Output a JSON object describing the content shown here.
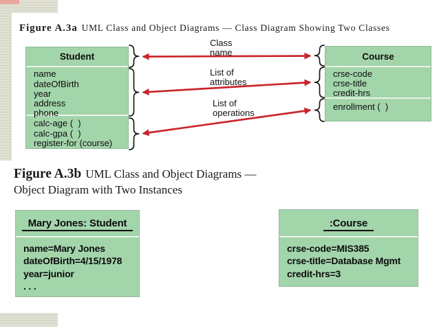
{
  "figure_a3a": {
    "title_bold": "Figure A.3a",
    "title_rest": "UML Class and Object Diagrams — Class Diagram Showing Two Classes",
    "student_class": {
      "name": "Student",
      "attributes": [
        "name",
        "dateOfBirth",
        "year",
        "address",
        "phone"
      ],
      "operations": [
        "calc-age (  )",
        "calc-gpa (  )",
        "register-for (course)"
      ]
    },
    "course_class": {
      "name": "Course",
      "attributes": [
        "crse-code",
        "crse-title",
        "credit-hrs"
      ],
      "operations": [
        "enrollment (  )"
      ]
    },
    "annotations": {
      "class_name": "Class\nname",
      "attributes": "List of\nattributes",
      "operations": "List of\noperations"
    }
  },
  "figure_a3b": {
    "title_bold": "Figure A.3b",
    "title_rest": "UML Class and Object Diagrams —",
    "title_line2": "Object Diagram with Two Instances",
    "student_object": {
      "header": "Mary Jones: Student",
      "lines": [
        "name=Mary Jones",
        "dateOfBirth=4/15/1978",
        "year=junior",
        ". . ."
      ]
    },
    "course_object": {
      "header": ":Course",
      "lines": [
        "crse-code=MIS385",
        "crse-title=Database Mgmt",
        "credit-hrs=3"
      ]
    }
  },
  "colors": {
    "box_green": "#a3d5ab",
    "arrow_red": "#c9252b",
    "brace_black": "#1a1a1a",
    "beige_stripe": "#dcdccd",
    "pink_accent": "#e9a59e"
  }
}
